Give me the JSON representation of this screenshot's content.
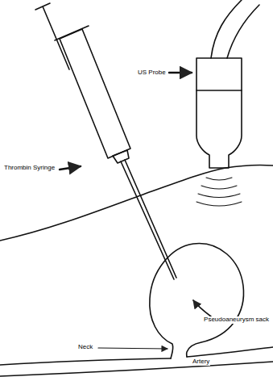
{
  "diagram": {
    "labels": [
      "Thrombin Syringe",
      "US Probe",
      "Pseudoaneurysm sack",
      "Neck",
      "Artery"
    ]
  }
}
